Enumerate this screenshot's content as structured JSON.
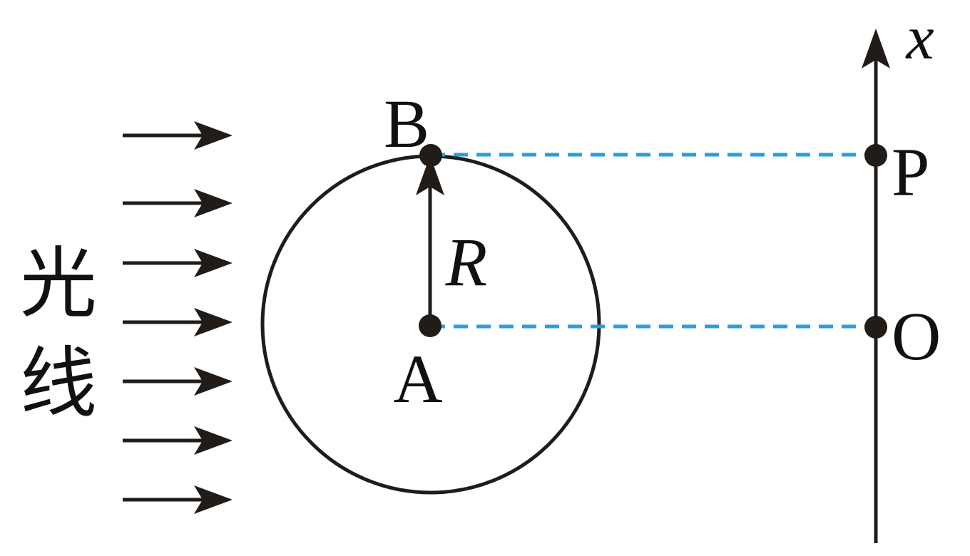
{
  "light_label_chars": [
    "光",
    "线"
  ],
  "labels": {
    "point_b": "B",
    "point_a": "A",
    "radius": "R",
    "point_p": "P",
    "point_o": "O",
    "axis": "x"
  },
  "colors": {
    "ink": "#221c19",
    "dashed": "#2a9fd8"
  }
}
